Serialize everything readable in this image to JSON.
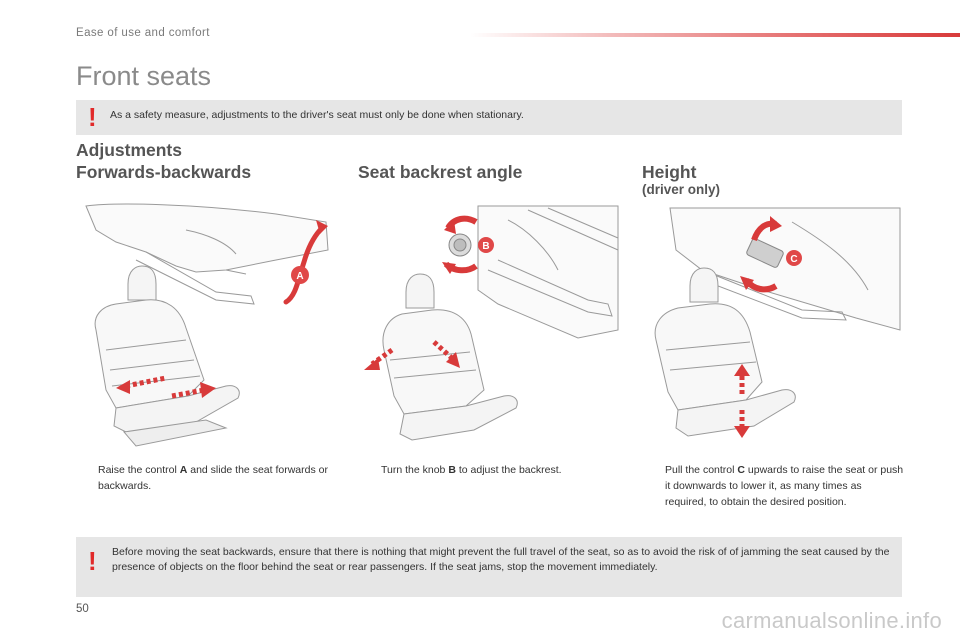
{
  "header": {
    "section": "Ease of use and comfort",
    "accent_color": "#d83a3a"
  },
  "title": "Front seats",
  "notes": {
    "top": "As a safety measure, adjustments to the driver's seat must only be done when stationary.",
    "bottom": "Before moving the seat backwards, ensure that there is nothing that might prevent the full travel of the seat, so as to avoid the risk of of jamming the seat caused by the presence of objects on the floor behind the seat or rear passengers. If the seat jams, stop the movement immediately.",
    "icon": "exclamation-icon"
  },
  "adjustments_heading": "Adjustments",
  "columns": [
    {
      "title": "Forwards-backwards",
      "subtitle": "",
      "control": "A",
      "instruction_pre": "Raise the control ",
      "instruction_key": "A",
      "instruction_post": " and slide the seat forwards or backwards."
    },
    {
      "title": "Seat backrest angle",
      "subtitle": "",
      "control": "B",
      "instruction_pre": "Turn the knob ",
      "instruction_key": "B",
      "instruction_post": " to adjust the backrest."
    },
    {
      "title": "Height",
      "subtitle": "(driver only)",
      "control": "C",
      "instruction_pre": "Pull the control ",
      "instruction_key": "C",
      "instruction_post": " upwards to raise the seat or push it downwards to lower it, as many times as required, to obtain the desired position."
    }
  ],
  "bullet_symbol": "",
  "page_number": "50",
  "watermark": "carmanualsonline.info"
}
